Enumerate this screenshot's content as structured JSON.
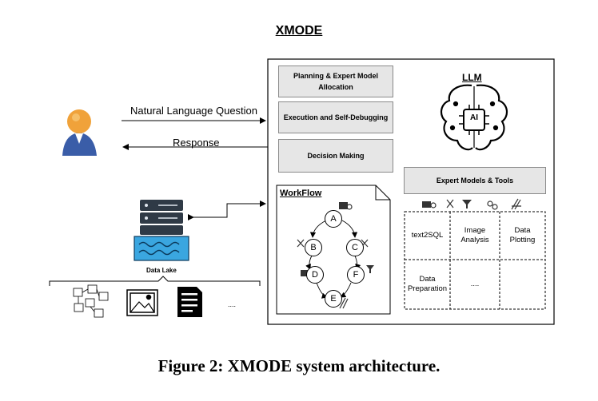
{
  "title": "XMODE",
  "question_label": "Natural Language Question",
  "response_label": "Response",
  "left_boxes": [
    {
      "line1": "Planning & Expert Model",
      "line2": "Allocation"
    },
    {
      "line1": "Execution and Self-Debugging",
      "line2": ""
    },
    {
      "line1": "Decision Making",
      "line2": ""
    }
  ],
  "llm_title": "LLM",
  "llm_chip": "AI",
  "expert_box": "Expert Models & Tools",
  "tools_grid": [
    [
      "text2SQL",
      "Image\nAnalysis",
      "Data\nPlotting"
    ],
    [
      "Data\nPreparation",
      "....",
      ""
    ]
  ],
  "workflow_title": "WorkFlow",
  "workflow_nodes": [
    "A",
    "B",
    "C",
    "D",
    "F",
    "E"
  ],
  "data_lake_label": "Data Lake",
  "sources_ellipsis": "....",
  "caption": "Figure 2: XMODE system architecture."
}
